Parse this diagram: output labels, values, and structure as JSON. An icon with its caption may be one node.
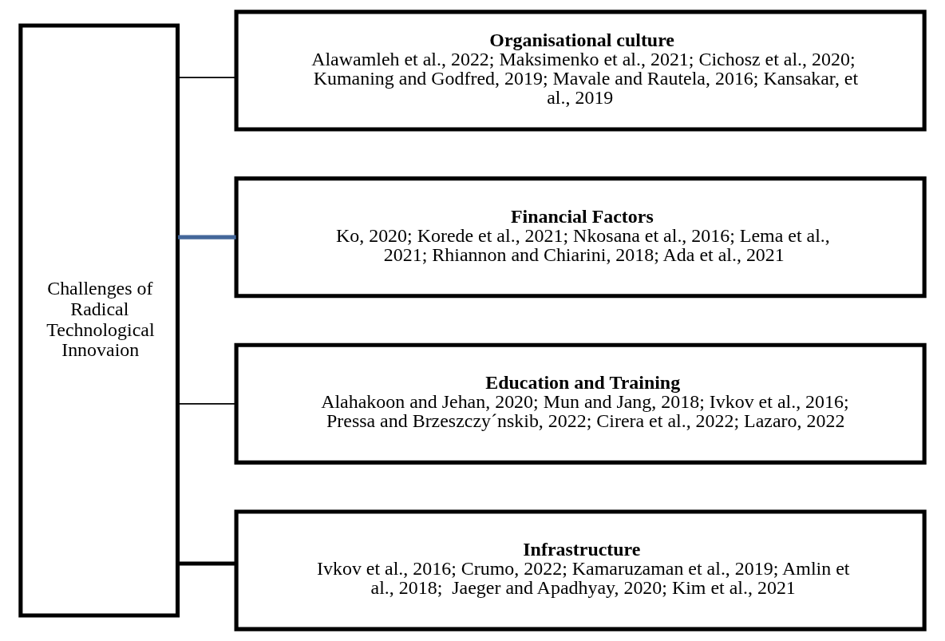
{
  "diagram": {
    "nodes": [
      {
        "text": [
          "Challenges of Radical Technological Innovaion"
        ]
      },
      {
        "text": [
          "Organisational culture",
          "Alawamleh et al., 2022; Maksimenko et al., 2021; Cichosz et al., 2020; Kumaning and Godfred, 2019; Mavale and Rautela, 2016; Kansakar, et al., 2019"
        ]
      },
      {
        "text": [
          "Financial Factors",
          "Ko, 2020; Korede et al., 2021; Nkosana et al., 2016; Lema et al., 2021; Rhiannon and Chiarini, 2018; Ada et al., 2021"
        ]
      },
      {
        "text": [
          "Education and Training",
          "Alahakoon and Jehan, 2020; Mun and Jang, 2018; Ivkov et al., 2016; Pressa and Brzeszczy´nskib, 2022; Cirera et al., 2022; Lazaro, 2022"
        ]
      },
      {
        "text": [
          "Infrastructure",
          "Ivkov et al., 2016; Crumo, 2022; Kamaruzaman et al., 2019; Amlin et al., 2018;  Jaeger and Apadhyay, 2020; Kim et al., 2021"
        ]
      }
    ],
    "edges": [
      {
        "from": 0,
        "to": 1,
        "arrow": "none"
      },
      {
        "from": 0,
        "to": 2,
        "arrow": "none",
        "style": "thick",
        "color": "#44679a"
      },
      {
        "from": 0,
        "to": 3,
        "arrow": "none"
      },
      {
        "from": 0,
        "to": 4,
        "arrow": "none",
        "style": "thick"
      }
    ]
  }
}
